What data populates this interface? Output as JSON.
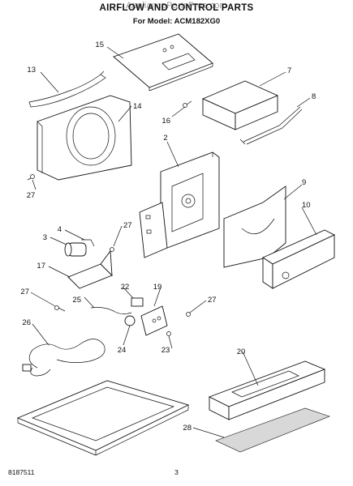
{
  "header": {
    "title": "AIRFLOW AND CONTROL PARTS",
    "model_line": "For Model: ACM182XG0",
    "watermark": "AppliancePartsPros.com"
  },
  "callouts": [
    {
      "id": "15",
      "label": "15"
    },
    {
      "id": "7",
      "label": "7"
    },
    {
      "id": "8",
      "label": "8"
    },
    {
      "id": "16",
      "label": "16"
    },
    {
      "id": "13",
      "label": "13"
    },
    {
      "id": "14",
      "label": "14"
    },
    {
      "id": "27a",
      "label": "27"
    },
    {
      "id": "2",
      "label": "2"
    },
    {
      "id": "9",
      "label": "9"
    },
    {
      "id": "10",
      "label": "10"
    },
    {
      "id": "4",
      "label": "4"
    },
    {
      "id": "27b",
      "label": "27"
    },
    {
      "id": "3",
      "label": "3"
    },
    {
      "id": "17",
      "label": "17"
    },
    {
      "id": "27c",
      "label": "27"
    },
    {
      "id": "22",
      "label": "22"
    },
    {
      "id": "19",
      "label": "19"
    },
    {
      "id": "25",
      "label": "25"
    },
    {
      "id": "27d",
      "label": "27"
    },
    {
      "id": "26",
      "label": "26"
    },
    {
      "id": "24",
      "label": "24"
    },
    {
      "id": "23",
      "label": "23"
    },
    {
      "id": "20",
      "label": "20"
    },
    {
      "id": "28",
      "label": "28"
    }
  ],
  "footer": {
    "doc_number": "8187511",
    "page_number": "3"
  }
}
